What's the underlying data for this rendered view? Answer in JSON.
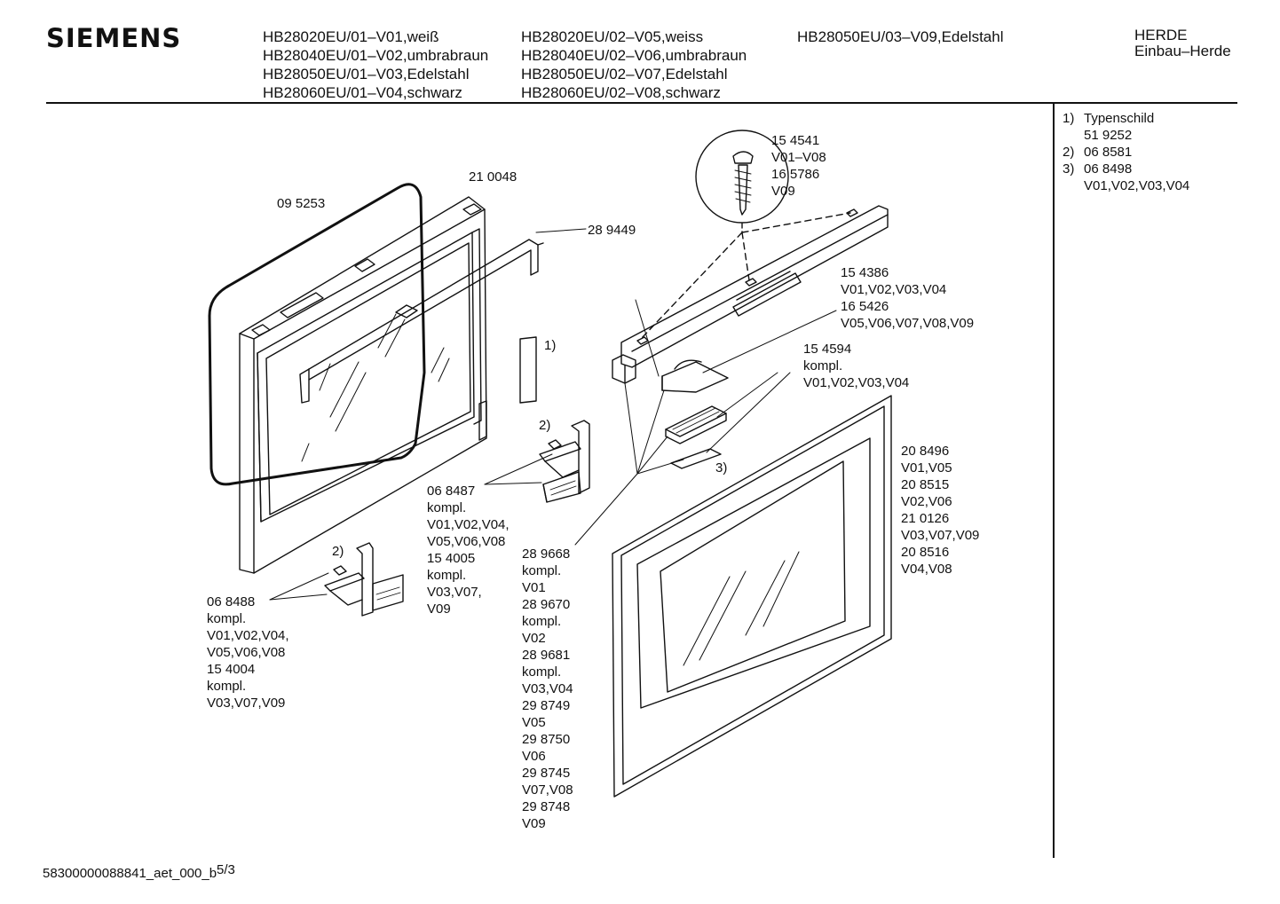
{
  "header": {
    "brand": "SIEMENS",
    "models_col1": [
      "HB28020EU/01–V01,weiß",
      "HB28040EU/01–V02,umbrabraun",
      "HB28050EU/01–V03,Edelstahl",
      "HB28060EU/01–V04,schwarz"
    ],
    "models_col2": [
      "HB28020EU/02–V05,weiss",
      "HB28040EU/02–V06,umbrabraun",
      "HB28050EU/02–V07,Edelstahl",
      "HB28060EU/02–V08,schwarz"
    ],
    "models_col3": [
      "HB28050EU/03–V09,Edelstahl"
    ],
    "category": [
      "HERDE",
      "Einbau–Herde"
    ]
  },
  "notes": [
    {
      "num": "1)",
      "text": "Typenschild"
    },
    {
      "num": "",
      "text": "51 9252"
    },
    {
      "num": "2)",
      "text": "06 8581"
    },
    {
      "num": "3)",
      "text": "06 8498"
    },
    {
      "num": "",
      "text": "V01,V02,V03,V04"
    }
  ],
  "parts": {
    "gasket": "09 5253",
    "inner_door": "21 0048",
    "bracket": "28 9449",
    "screw": [
      "15 4541",
      "V01–V08",
      "16 5786",
      "V09"
    ],
    "handle": [
      "15 4386",
      "V01,V02,V03,V04",
      "16 5426",
      "V05,V06,V07,V08,V09"
    ],
    "cover": [
      "15 4594",
      "kompl.",
      "V01,V02,V03,V04"
    ],
    "outer_glass": [
      "20 8496",
      "V01,V05",
      "20 8515",
      "V02,V06",
      "21 0126",
      "V03,V07,V09",
      "20 8516",
      "V04,V08"
    ],
    "hinge_right": [
      "06 8487",
      "kompl.",
      "V01,V02,V04,",
      "V05,V06,V08",
      "15 4005",
      "kompl.",
      "V03,V07,",
      "V09"
    ],
    "hinge_left": [
      "06 8488",
      "kompl.",
      "V01,V02,V04,",
      "V05,V06,V08",
      "15 4004",
      "kompl.",
      "V03,V07,V09"
    ],
    "door_front": [
      "28 9668",
      "kompl.",
      "V01",
      "28 9670",
      "kompl.",
      "V02",
      "28 9681",
      "kompl.",
      "V03,V04",
      "29 8749",
      "V05",
      "29 8750",
      "V06",
      "29 8745",
      "V07,V08",
      "29 8748",
      "V09"
    ]
  },
  "markers": {
    "m1": "1)",
    "m2a": "2)",
    "m2b": "2)",
    "m3": "3)"
  },
  "footer": {
    "code": "58300000088841_aet_000_b",
    "page": "5/3"
  }
}
